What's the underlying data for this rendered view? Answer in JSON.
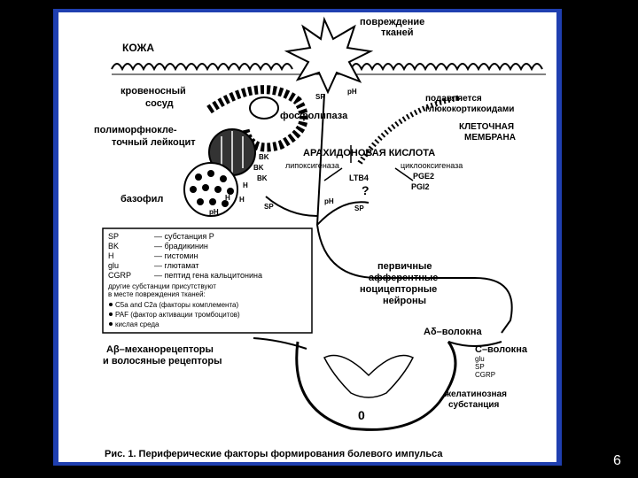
{
  "figure": {
    "caption": "Рис. 1. Периферические факторы формирования болевого импульса",
    "labels": {
      "tissue_damage": [
        "повреждение",
        "тканей"
      ],
      "skin": "КОЖА",
      "blood_vessel": [
        "кровеносный",
        "сосуд"
      ],
      "leukocyte": [
        "полиморфнокле-",
        "точный лейкоцит"
      ],
      "basophil": "базофил",
      "phospholipase": "фосфолипаза",
      "suppressed": [
        "подавляется",
        "глюкокортикоидами"
      ],
      "cell_membrane": [
        "КЛЕТОЧНАЯ",
        "МЕМБРАНА"
      ],
      "arachidonic": "АРАХИДОНОВАЯ КИСЛОТА",
      "lipoxygenase": "липоксигеназа",
      "cyclooxygenase": "циклооксигеназа",
      "ltb4": "LTB4",
      "pge2": "PGE2",
      "pgi2": "PGI2",
      "question": "?",
      "primary_neurons": [
        "первичные",
        "афферентные",
        "ноцицепторные",
        "нейроны"
      ],
      "a_delta": "Aδ–волокна",
      "c_fibers": "С–волокна",
      "c_list": [
        "glu",
        "SP",
        "CGRP"
      ],
      "ab_mech": [
        "Aβ–механорецепторы",
        "и волосяные рецепторы"
      ],
      "gelatinous": [
        "желатинозная",
        "субстанция"
      ],
      "cord_center": "0",
      "sp": "SP",
      "ph": "pH",
      "bk": "BK",
      "h": "H"
    },
    "legend": {
      "rows": [
        {
          "abbr": "SP",
          "desc": "— субстанция Р"
        },
        {
          "abbr": "BK",
          "desc": "— брадикинин"
        },
        {
          "abbr": "H",
          "desc": "— гистомин"
        },
        {
          "abbr": "glu",
          "desc": "— глютамат"
        },
        {
          "abbr": "CGRP",
          "desc": "— пептид гена кальцитонина"
        }
      ],
      "note": [
        "другие субстанции присутствуют",
        "в месте повреждения тканей:"
      ],
      "bullets": [
        "C5a and C2a (факторы комплемента)",
        "PAF (фактор активации тромбоцитов)",
        "кислая среда"
      ]
    }
  },
  "slide": {
    "page_number": "6"
  }
}
